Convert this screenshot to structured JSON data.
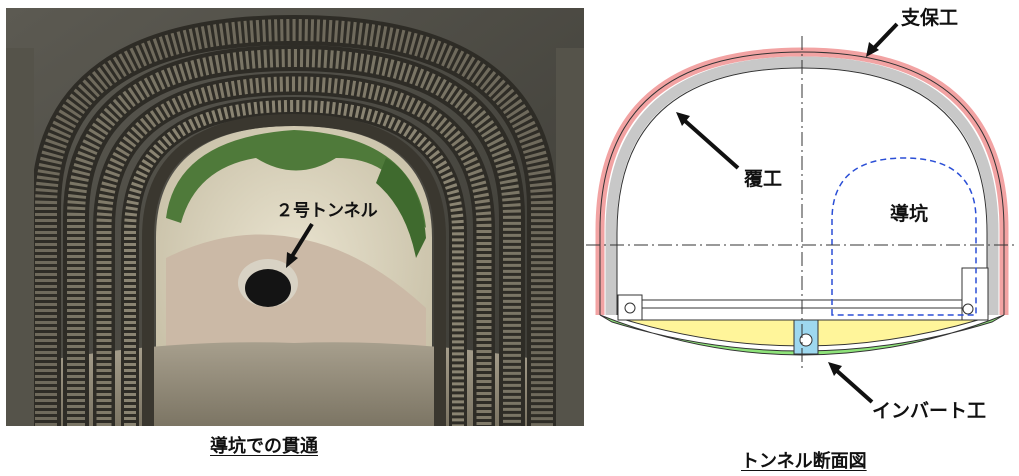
{
  "photo": {
    "label_tunnel2": "２号トンネル",
    "caption": "導坑での貫通"
  },
  "section": {
    "label_support": "支保工",
    "label_lining": "覆工",
    "label_pilot": "導坑",
    "label_invert": "インバート工",
    "caption": "トンネル断面図"
  },
  "colors": {
    "support": "#f2a3a3",
    "lining": "#c8c8c8",
    "invert": "#8ee37a",
    "fill": "#fff59a",
    "pilot_outline": "#2b4fd6",
    "drain": "#9ed8ef"
  }
}
